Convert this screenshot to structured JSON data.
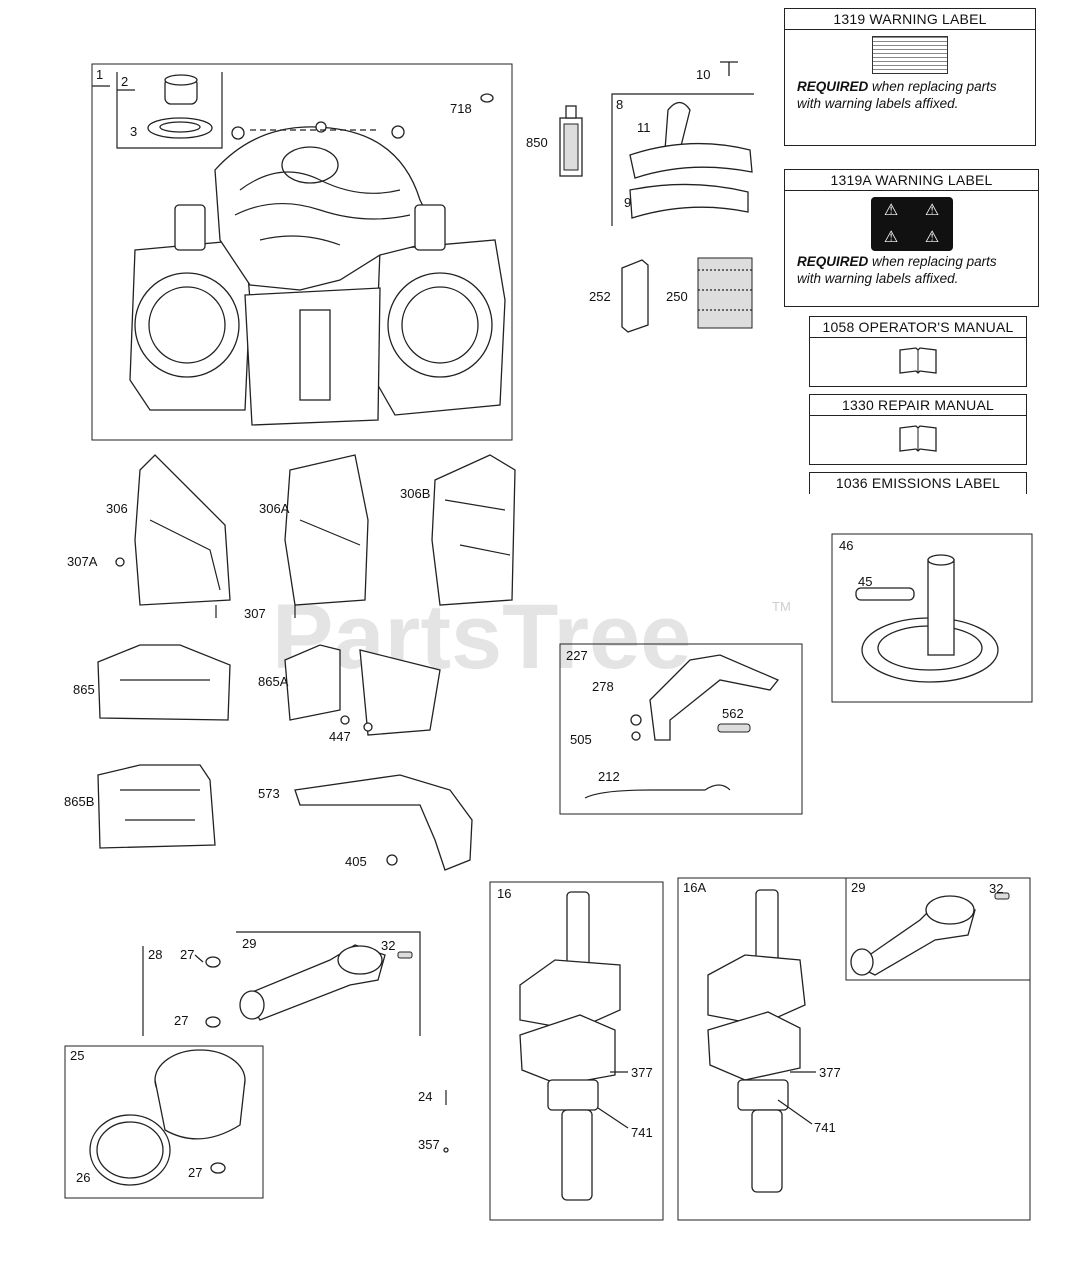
{
  "watermark": {
    "text": "PartsTree",
    "tm": "TM"
  },
  "cards": {
    "w1319": {
      "title": "1319 WARNING LABEL",
      "req": "REQUIRED",
      "line1": " when replacing parts",
      "line2": "with warning labels affixed."
    },
    "w1319a": {
      "title": "1319A WARNING LABEL",
      "req": "REQUIRED",
      "line1": " when replacing parts",
      "line2": "with warning labels affixed."
    },
    "om1058": {
      "title": "1058 OPERATOR'S MANUAL"
    },
    "rm1330": {
      "title": "1330 REPAIR MANUAL"
    },
    "el1036": {
      "title": "1036 EMISSIONS LABEL"
    }
  },
  "icons": [
    "warning-decal-icon",
    "warning-symbols-icon",
    "book-icon"
  ],
  "callouts": {
    "c1": "1",
    "c2": "2",
    "c3": "3",
    "c718": "718",
    "c10": "10",
    "c8": "8",
    "c850": "850",
    "c11": "11",
    "c9": "9",
    "c252": "252",
    "c250": "250",
    "c306": "306",
    "c306a": "306A",
    "c306b": "306B",
    "c307a": "307A",
    "c307": "307",
    "c865": "865",
    "c865a": "865A",
    "c447": "447",
    "c865b": "865B",
    "c573": "573",
    "c405": "405",
    "c227": "227",
    "c278": "278",
    "c505": "505",
    "c562": "562",
    "c212": "212",
    "c46": "46",
    "c45": "45",
    "c28": "28",
    "c27a": "27",
    "c29a": "29",
    "c32a": "32",
    "c27b": "27",
    "c25": "25",
    "c26": "26",
    "c27c": "27",
    "c24": "24",
    "c357": "357",
    "c16": "16",
    "c377a": "377",
    "c741a": "741",
    "c16a": "16A",
    "c29b": "29",
    "c32b": "32",
    "c377b": "377",
    "c741b": "741"
  }
}
